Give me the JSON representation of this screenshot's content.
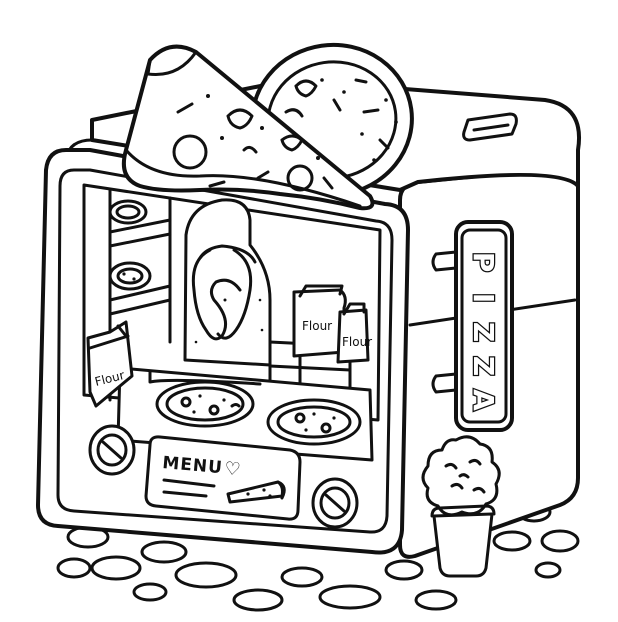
{
  "illustration": {
    "sign": {
      "letters": [
        "P",
        "I",
        "Z",
        "Z",
        "A"
      ]
    },
    "menu_panel": {
      "label": "MENU",
      "heart_glyph": "♡"
    },
    "flour_bags": [
      {
        "label": "Flour"
      },
      {
        "label": "Flour"
      },
      {
        "label": "Flour"
      }
    ]
  },
  "colors": {
    "line": "#111111",
    "fill": "#ffffff"
  }
}
